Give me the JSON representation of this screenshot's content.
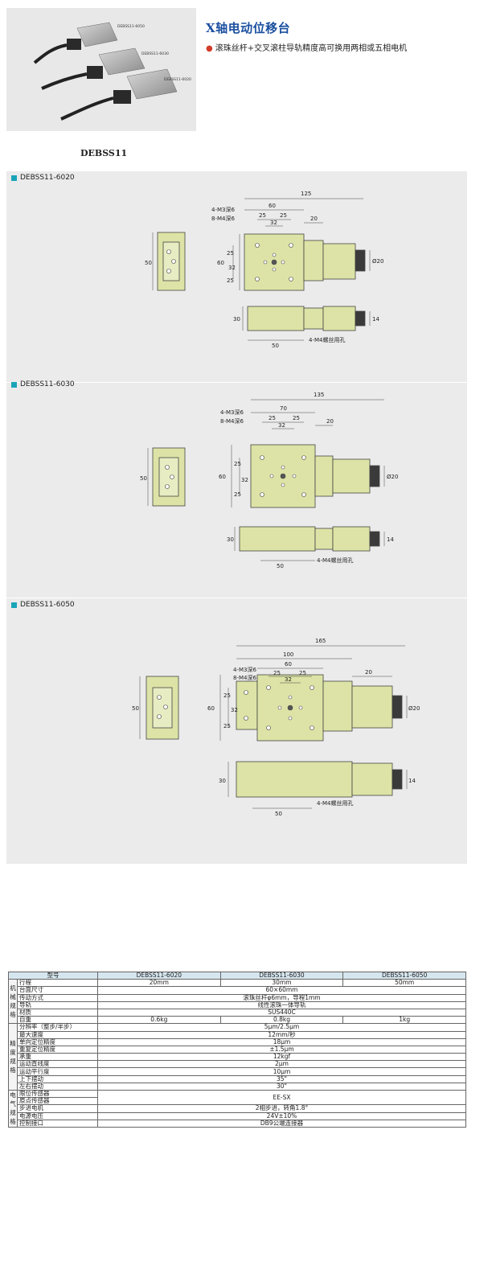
{
  "header": {
    "title": "X轴电动位移台",
    "feature": "滚珠丝杆+交叉滚柱导轨精度高可换用两相或五相电机",
    "series": "DEBSS11"
  },
  "photo_labels": [
    "DEBSS11-6050",
    "DEBSS11-6030",
    "DEBSS11-6020"
  ],
  "sections": [
    {
      "model": "DEBSS11-6020",
      "total": "125",
      "top_w": "60",
      "hole_a": "25",
      "hole_b": "25",
      "hole_c": "32",
      "motor": "20",
      "side_h": "60",
      "side_a": "25",
      "side_b": "32",
      "side_c": "25",
      "end_h": "50",
      "dia": "Ø20",
      "front_h": "30",
      "front_w": "50",
      "shaft": "14",
      "note1": "4-M3深6",
      "note2": "8-M4深6",
      "note3": "4-M4螺丝用孔"
    },
    {
      "model": "DEBSS11-6030",
      "total": "135",
      "top_w": "70",
      "hole_a": "25",
      "hole_b": "25",
      "hole_c": "32",
      "motor": "20",
      "side_h": "60",
      "side_a": "25",
      "side_b": "32",
      "side_c": "25",
      "end_h": "50",
      "dia": "Ø20",
      "front_h": "30",
      "front_w": "50",
      "shaft": "14",
      "note1": "4-M3深6",
      "note2": "8-M4深6",
      "note3": "4-M4螺丝用孔"
    },
    {
      "model": "DEBSS11-6050",
      "total": "165",
      "top_w": "100",
      "top_w2": "60",
      "hole_a": "25",
      "hole_b": "25",
      "hole_c": "32",
      "motor": "20",
      "side_h": "60",
      "side_a": "25",
      "side_b": "32",
      "side_c": "25",
      "end_h": "50",
      "dia": "Ø20",
      "front_h": "30",
      "front_w": "50",
      "shaft": "14",
      "note1": "4-M3深6",
      "note2": "8-M4深6",
      "note3": "4-M4螺丝用孔"
    }
  ],
  "spec": {
    "head": [
      "型号",
      "DEBSS11-6020",
      "DEBSS11-6030",
      "DEBSS11-6050"
    ],
    "groups": {
      "mech": "机械规格",
      "prec": "精度规格",
      "elec": "电气规格"
    },
    "rows": [
      {
        "name": "行程",
        "v1": "20mm",
        "v2": "30mm",
        "v3": "50mm"
      },
      {
        "name": "台面尺寸",
        "all": "60×60mm"
      },
      {
        "name": "传动方式",
        "all": "滚珠丝杆φ6mm，导程1mm"
      },
      {
        "name": "导轨",
        "all": "线性滚珠一体导轨"
      },
      {
        "name": "材质",
        "all": "SUS440C"
      },
      {
        "name": "自重",
        "v1": "0.6kg",
        "v2": "0.8kg",
        "v3": "1kg"
      },
      {
        "name": "分辨率（整步/半步）",
        "all": "5μm/2.5μm"
      },
      {
        "name": "最大速度",
        "all": "12mm/秒"
      },
      {
        "name": "单向定位精度",
        "all": "18μm"
      },
      {
        "name": "重复定位精度",
        "all": "±1.5μm"
      },
      {
        "name": "承重",
        "all": "12kgf"
      },
      {
        "name": "运动直线度",
        "all": "2μm"
      },
      {
        "name": "运动平行度",
        "all": "10μm"
      },
      {
        "name": "上下摆动",
        "all": "35\""
      },
      {
        "name": "左右摆动",
        "all": "30\""
      },
      {
        "name": "限位传感器",
        "all": "EE-SX"
      },
      {
        "name": "原点传感器"
      },
      {
        "name": "步进电机",
        "all": "2相步进，转角1.8°"
      },
      {
        "name": "电源电压",
        "all": "24V±10%"
      },
      {
        "name": "控制接口",
        "all": "DB9公端连接器"
      }
    ]
  },
  "colors": {
    "part_fill": "#dde3a6",
    "panel_bg": "#ebebeb",
    "title": "#1b4fa0",
    "accent": "#1aa4b8",
    "table_head": "#d6e6ef"
  }
}
